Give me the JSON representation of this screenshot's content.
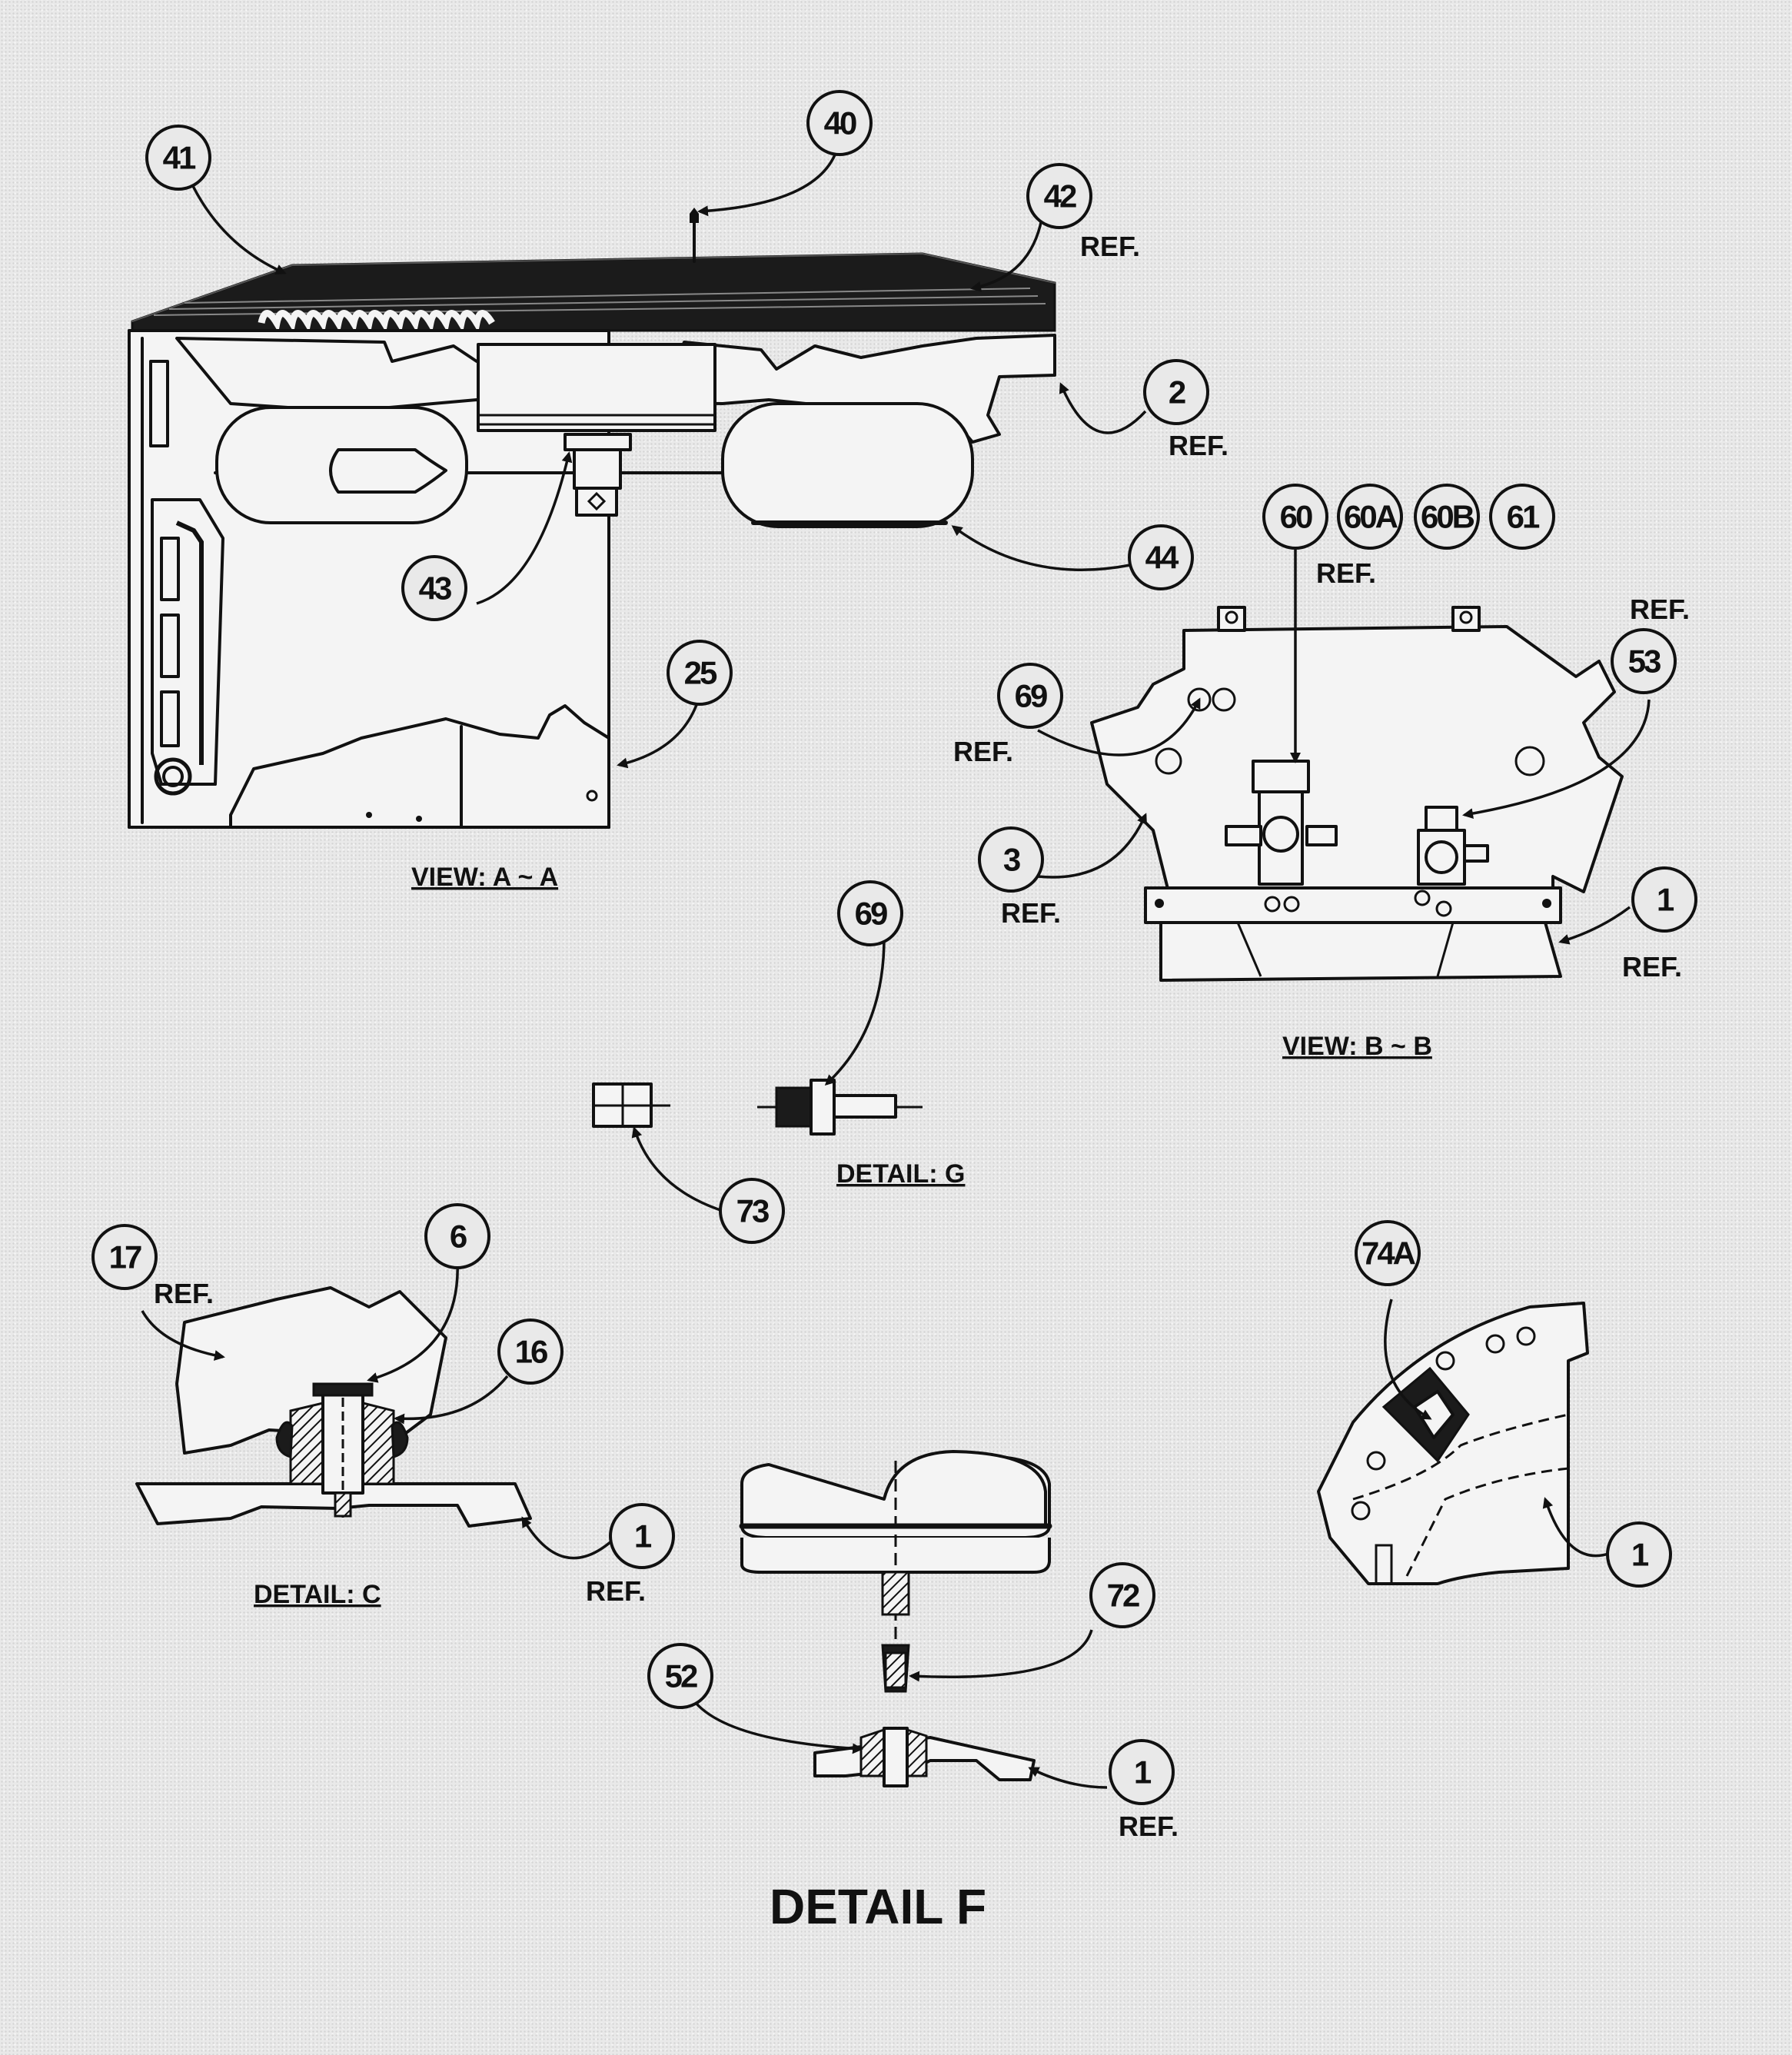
{
  "callouts": {
    "c40": "40",
    "c41": "41",
    "c42": "42",
    "c2": "2",
    "c43": "43",
    "c44": "44",
    "c25": "25",
    "c60": "60",
    "c60A": "60A",
    "c60B": "60B",
    "c61": "61",
    "c69b": "69",
    "c53": "53",
    "c3": "3",
    "c1b": "1",
    "c69g": "69",
    "c73": "73",
    "c17": "17",
    "c6": "6",
    "c16": "16",
    "c1c": "1",
    "c74A": "74A",
    "c1d": "1",
    "c72": "72",
    "c52": "52",
    "c1f": "1"
  },
  "ref_label": "REF.",
  "captions": {
    "view_aa": "VIEW: A ~ A",
    "view_bb": "VIEW: B ~ B",
    "detail_g": "DETAIL: G",
    "detail_c": "DETAIL: C",
    "detail_f": "DETAIL F"
  }
}
